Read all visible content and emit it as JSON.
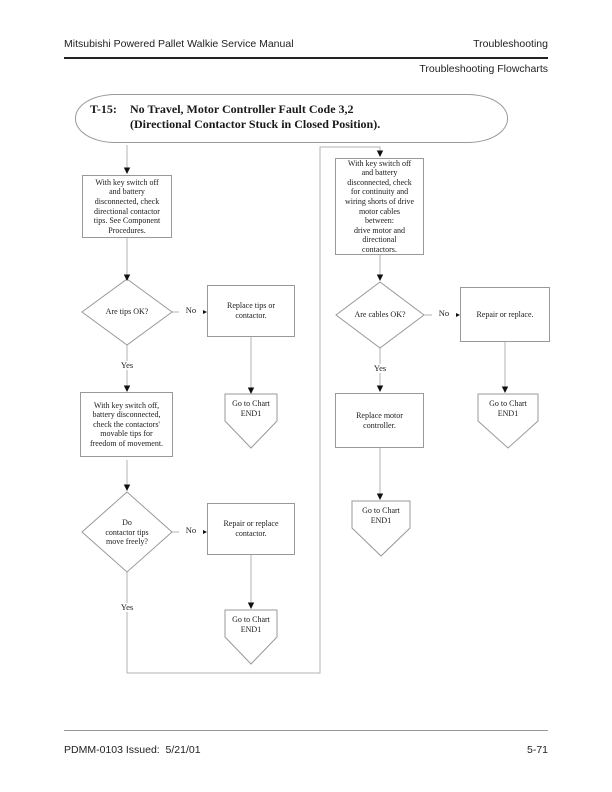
{
  "header": {
    "manual_title": "Mitsubishi Powered Pallet Walkie Service Manual",
    "section": "Troubleshooting",
    "subsection": "Troubleshooting Flowcharts"
  },
  "chart_title": {
    "code": "T-15:",
    "line1": "No Travel, Motor Controller Fault Code 3,2",
    "line2": "(Directional Contactor Stuck in Closed Position)."
  },
  "flowchart": {
    "labels": {
      "yes": "Yes",
      "no": "No"
    },
    "left": {
      "step1": "With key switch off\nand battery\ndisconnected, check\ndirectional contactor\ntips. See Component\nProcedures.",
      "decision1": "Are tips OK?",
      "action_no1": "Replace tips or\ncontactor.",
      "goto1": "Go to Chart\nEND1",
      "step2": "With key switch off,\nbattery disconnected,\ncheck the contactors'\nmovable tips for\nfreedom of movement.",
      "decision2": "Do\ncontactor tips\nmove freely?",
      "action_no2": "Repair or replace\ncontactor.",
      "goto2": "Go to Chart\nEND1"
    },
    "right": {
      "step1": "With key switch off\nand battery\ndisconnected, check\nfor continuity and\nwiring shorts of drive\nmotor cables\nbetween:\ndrive motor and\ndirectional\ncontactors.",
      "decision1": "Are cables OK?",
      "action_no1": "Repair or replace.",
      "goto_no1": "Go to Chart\nEND1",
      "step2": "Replace motor\ncontroller.",
      "goto2": "Go to Chart\nEND1"
    }
  },
  "footer": {
    "doc_id": "PDMM-0103 Issued:  5/21/01",
    "page_number": "5-71"
  }
}
